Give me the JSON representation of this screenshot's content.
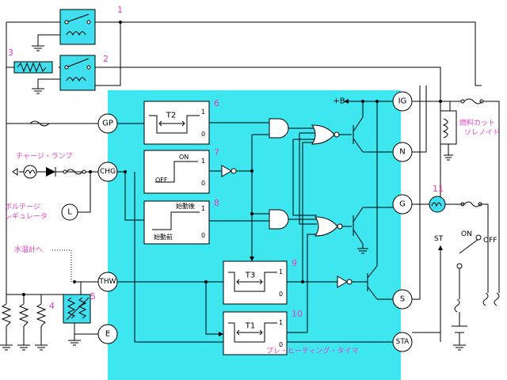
{
  "colors": {
    "panel": "#3ee6f0",
    "relay": "#40dff0",
    "label": "#e040c0"
  },
  "numbers": {
    "n1": "1",
    "n2": "2",
    "n3": "3",
    "n4": "4",
    "n5": "5",
    "n6": "6",
    "n7": "7",
    "n8": "8",
    "n9": "9",
    "n10": "10",
    "n11": "11"
  },
  "terminals": {
    "ig": "IG",
    "n": "N",
    "g": "G",
    "s": "S",
    "sta": "STA",
    "gp": "GP",
    "chg": "CHG",
    "thw": "THW",
    "e": "E",
    "l": "L"
  },
  "blocks": {
    "t2": "T2",
    "t3": "T3",
    "t1": "T1",
    "one": "1",
    "zero": "0",
    "on": "ON",
    "off": "OFF",
    "after_start": "始動後",
    "before_start": "始動前"
  },
  "labels": {
    "plus_b": "+B",
    "charge_lamp": "チャージ・ランプ",
    "volt_reg_1": "ボルテージ",
    "volt_reg_2": "レギュレータ",
    "water_temp": "水温計へ",
    "fuel_cut_1": "燃料カット・",
    "fuel_cut_2": "ソレノイド",
    "st": "ST",
    "sw_on": "ON",
    "sw_off": "OFF",
    "panel_title": "プレ・ヒーティング・タイマ"
  }
}
